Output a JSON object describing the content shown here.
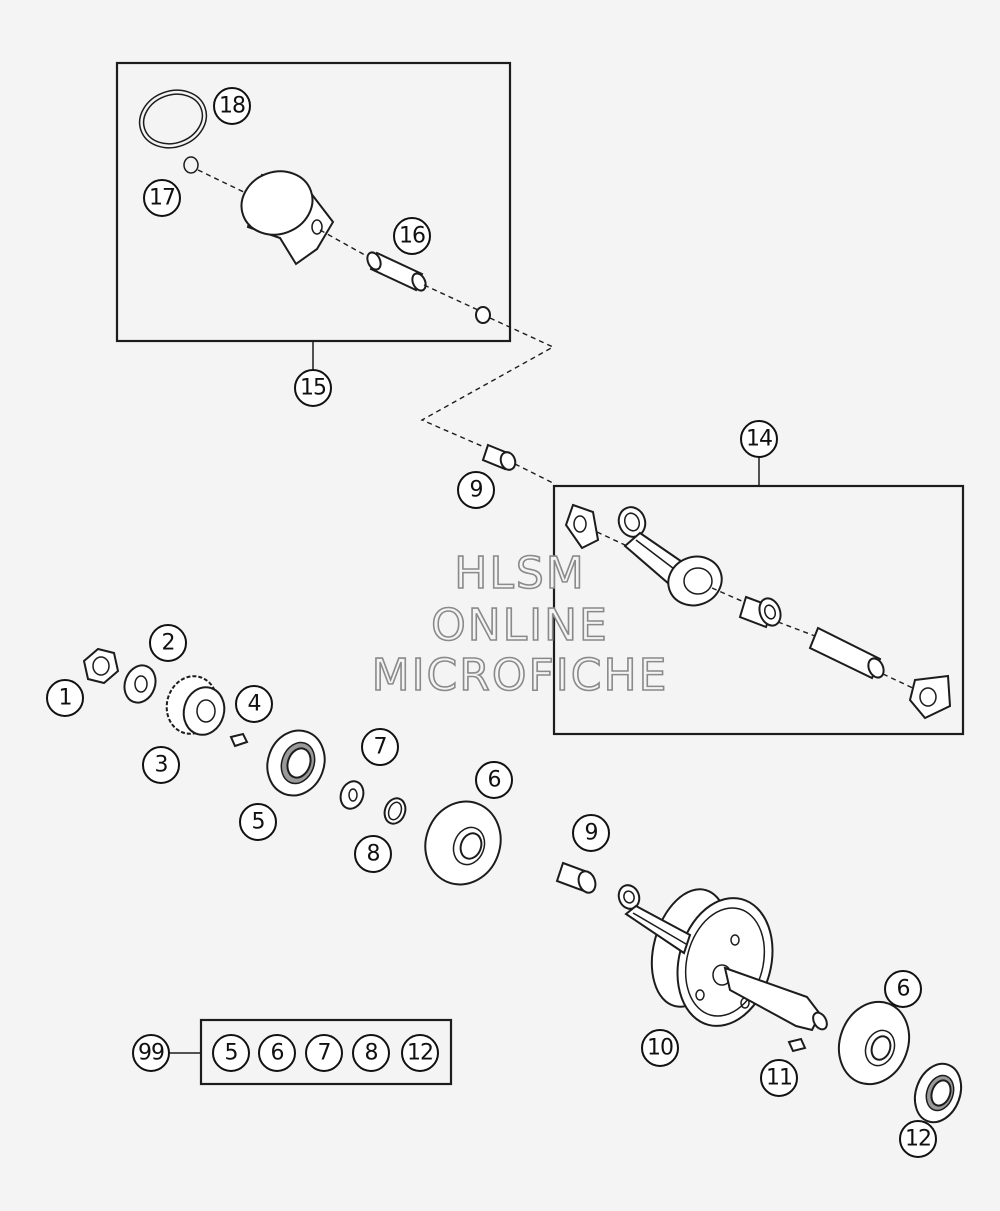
{
  "watermark": {
    "line1": "HLSM",
    "line2": "ONLINE",
    "line3": "MICROFICHE"
  },
  "callouts": {
    "c1": "1",
    "c2": "2",
    "c3": "3",
    "c4": "4",
    "c5": "5",
    "c6a": "6",
    "c6b": "6",
    "c7": "7",
    "c8": "8",
    "c9a": "9",
    "c9b": "9",
    "c10": "10",
    "c11": "11",
    "c12": "12",
    "c14": "14",
    "c15": "15",
    "c16": "16",
    "c17": "17",
    "c18": "18",
    "c99": "99"
  },
  "kit99": {
    "items": [
      "5",
      "6",
      "7",
      "8",
      "12"
    ]
  },
  "colors": {
    "line": "#1c1c1c",
    "background": "#f4f4f4",
    "watermark": "#8a8a8a"
  }
}
